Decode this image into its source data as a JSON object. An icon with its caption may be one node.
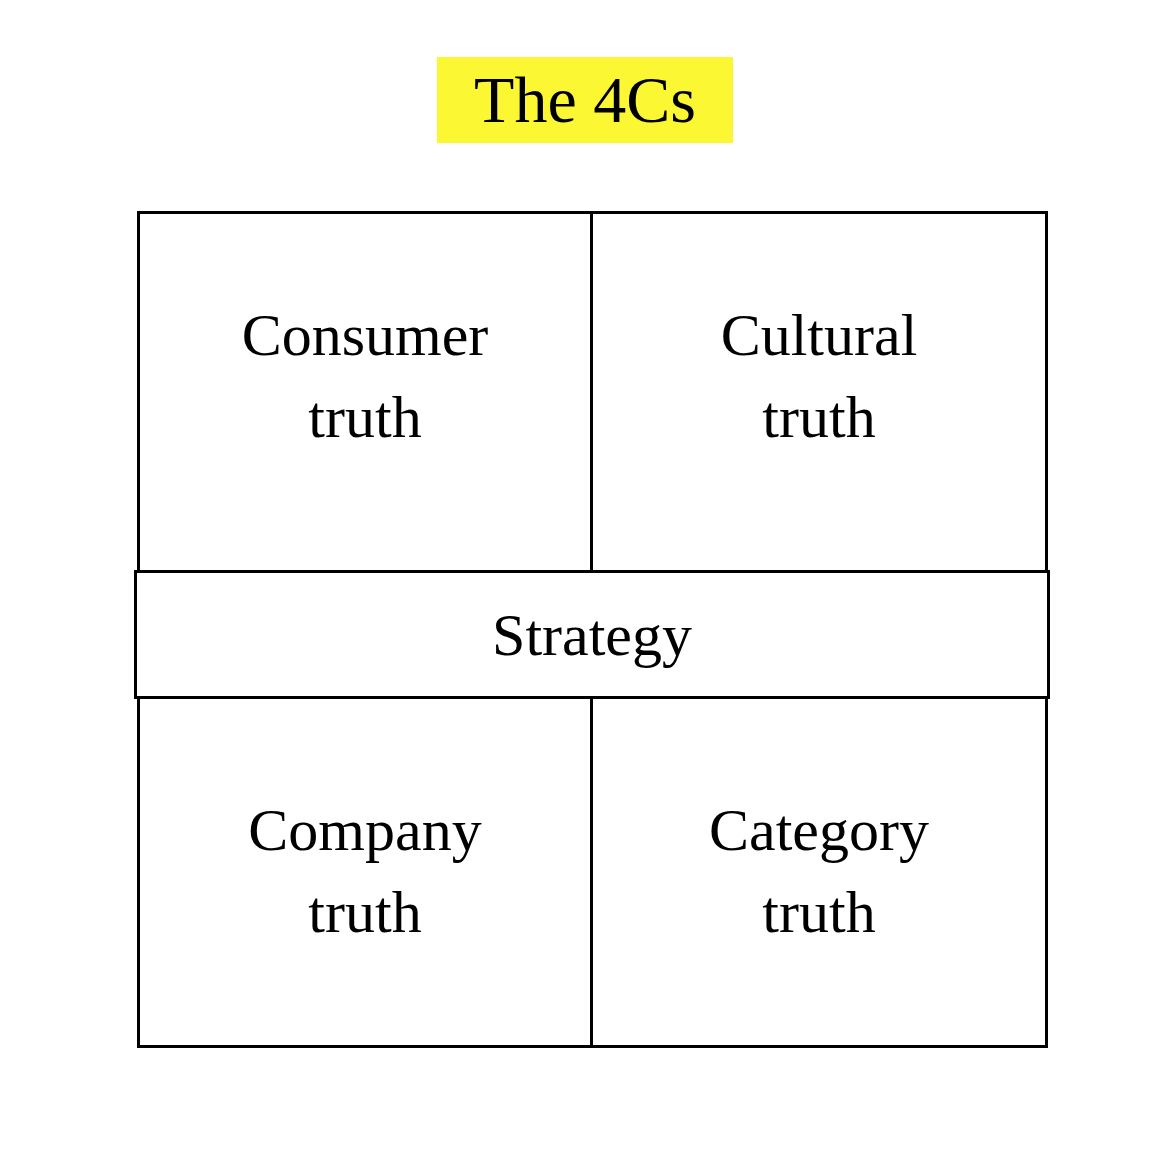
{
  "diagram": {
    "title": "The 4Cs",
    "nodes": [
      {
        "text": [
          "Consumer truth"
        ]
      },
      {
        "text": [
          "Cultural truth"
        ]
      },
      {
        "text": [
          "Strategy"
        ]
      },
      {
        "text": [
          "Company truth"
        ]
      },
      {
        "text": [
          "Category truth"
        ]
      }
    ]
  }
}
